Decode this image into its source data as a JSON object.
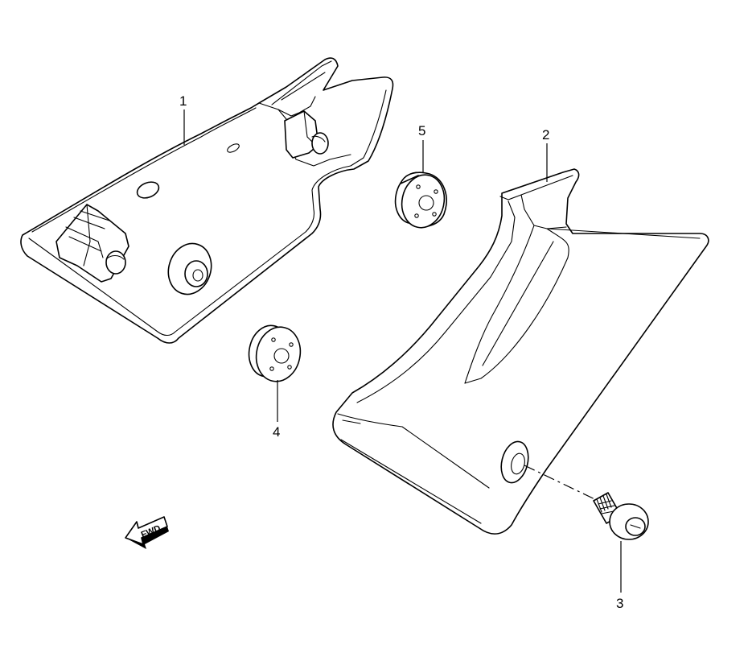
{
  "callouts": {
    "part1": "1",
    "part2": "2",
    "part3": "3",
    "part4": "4",
    "part5": "5"
  },
  "fwd_label": "FWD"
}
